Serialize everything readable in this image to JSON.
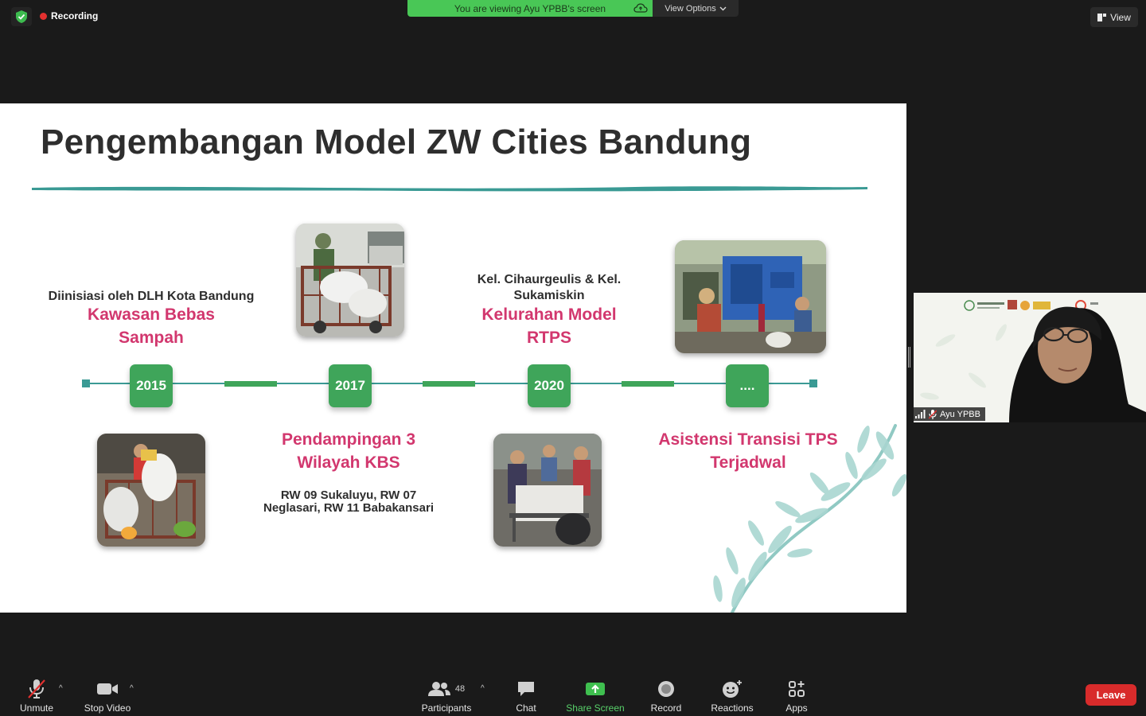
{
  "top_bar": {
    "recording_label": "Recording",
    "viewing_banner": "You are viewing Ayu YPBB's screen",
    "view_options_label": "View Options",
    "view_label": "View"
  },
  "slide": {
    "title": "Pengembangan Model ZW Cities Bandung",
    "years": [
      "2015",
      "2017",
      "2020",
      "...."
    ],
    "event_2015": {
      "initiator": "Diinisiasi oleh DLH Kota Bandung",
      "title_line1": "Kawasan Bebas",
      "title_line2": "Sampah"
    },
    "event_2017": {
      "title_line1": "Pendampingan 3",
      "title_line2": "Wilayah KBS",
      "detail_line1": "RW 09 Sukaluyu, RW 07",
      "detail_line2": "Neglasari, RW 11 Babakansari"
    },
    "event_2020": {
      "location_line1": "Kel. Cihaurgeulis & Kel.",
      "location_line2": "Sukamiskin",
      "title_line1": "Kelurahan Model",
      "title_line2": "RTPS"
    },
    "event_future": {
      "title_line1": "Asistensi Transisi TPS",
      "title_line2": "Terjadwal"
    }
  },
  "participant_tile": {
    "name": "Ayu YPBB"
  },
  "toolbar": {
    "unmute": "Unmute",
    "stop_video": "Stop Video",
    "participants": "Participants",
    "participant_count": "48",
    "chat": "Chat",
    "share_screen": "Share Screen",
    "record": "Record",
    "reactions": "Reactions",
    "apps": "Apps",
    "leave": "Leave"
  },
  "colors": {
    "accent_green": "#3fa55a",
    "banner_green": "#49c756",
    "highlight_pink": "#d2376e",
    "teal_line": "#3a9a94",
    "leave_red": "#d82b2b"
  }
}
